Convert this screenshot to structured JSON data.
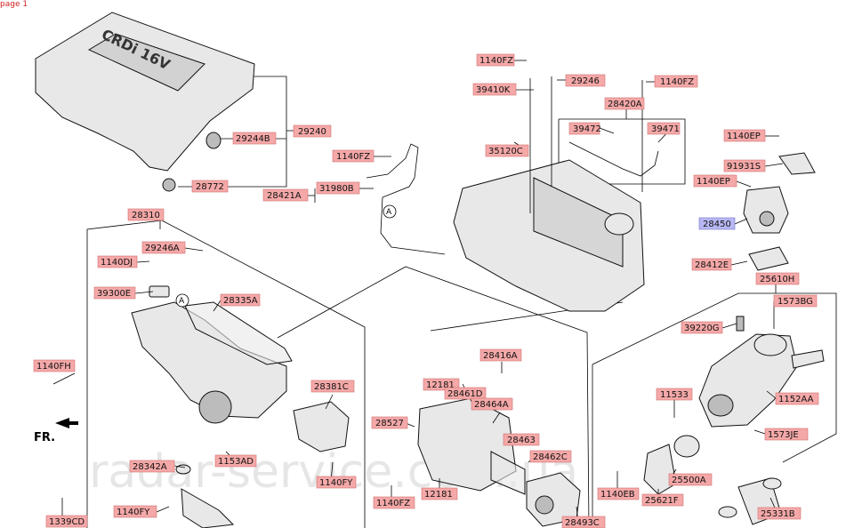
{
  "page_label": "page 1",
  "direction_marker": "FR.",
  "watermark": "radar-service.com.ua",
  "engine_cover_text": "CRDi 16V",
  "reference_marker": "A",
  "highlight_colors": {
    "callout": "#f4a8a8",
    "selected_callout": "#b8b8f4"
  },
  "part_numbers": {
    "p1140FZ_top": "1140FZ",
    "p29246_top": "29246",
    "p1140FZ_right": "1140FZ",
    "p39410K": "39410K",
    "p28420A": "28420A",
    "p39472": "39472",
    "p39471": "39471",
    "p29240": "29240",
    "p29244B": "29244B",
    "p28772": "28772",
    "p35120C": "35120C",
    "p1140FZ_mid": "1140FZ",
    "p31980B": "31980B",
    "p28421A": "28421A",
    "p1140EP_a": "1140EP",
    "p91931S": "91931S",
    "p1140EP_b": "1140EP",
    "p28450": "28450",
    "p28412E": "28412E",
    "p25610H": "25610H",
    "p1573BG": "1573BG",
    "p39220G": "39220G",
    "p28310": "28310",
    "p29246A": "29246A",
    "p1140DJ": "1140DJ",
    "p39300E": "39300E",
    "p28335A": "28335A",
    "p1140FH": "1140FH",
    "p28381C": "28381C",
    "p28416A": "28416A",
    "p12181_a": "12181",
    "p28461D": "28461D",
    "p28464A": "28464A",
    "p28527": "28527",
    "p28463": "28463",
    "p11533": "11533",
    "p1152AA": "1152AA",
    "p1573JE": "1573JE",
    "p28342A": "28342A",
    "p1153AD": "1153AD",
    "p1140FY_a": "1140FY",
    "p28462C": "28462C",
    "p12181_b": "12181",
    "p1140FZ_low": "1140FZ",
    "p1140EB": "1140EB",
    "p25500A": "25500A",
    "p25621F": "25621F",
    "p1339CD": "1339CD",
    "p1140FY_b": "1140FY",
    "p28493C": "28493C",
    "p25331B": "25331B"
  }
}
